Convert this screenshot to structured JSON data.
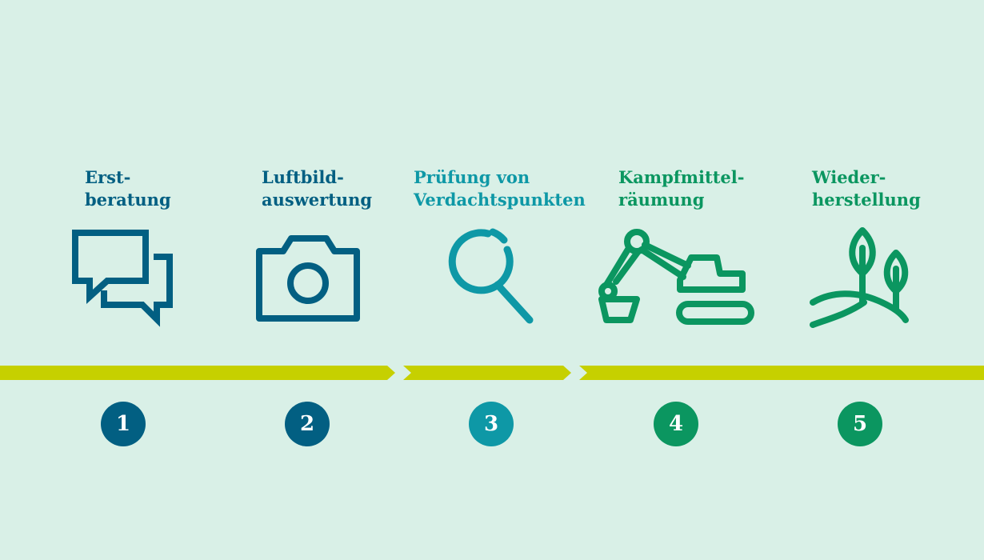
{
  "colors": {
    "background": "#d9f0e7",
    "dark_blue": "#025f82",
    "teal": "#0e98a6",
    "green": "#0b9660",
    "lime": "#c6d000"
  },
  "steps": [
    {
      "number": "1",
      "title_line1": "Erst-",
      "title_line2": "beratung",
      "icon": "speech-bubbles-icon",
      "color": "#025f82"
    },
    {
      "number": "2",
      "title_line1": "Luftbild-",
      "title_line2": "auswertung",
      "icon": "camera-icon",
      "color": "#025f82"
    },
    {
      "number": "3",
      "title_line1": "Prüfung von",
      "title_line2": "Verdachtspunkten",
      "icon": "magnifier-icon",
      "color": "#0e98a6"
    },
    {
      "number": "4",
      "title_line1": "Kampfmittel-",
      "title_line2": "räumung",
      "icon": "excavator-icon",
      "color": "#0b9660"
    },
    {
      "number": "5",
      "title_line1": "Wieder-",
      "title_line2": "herstellung",
      "icon": "plants-icon",
      "color": "#0b9660"
    }
  ]
}
